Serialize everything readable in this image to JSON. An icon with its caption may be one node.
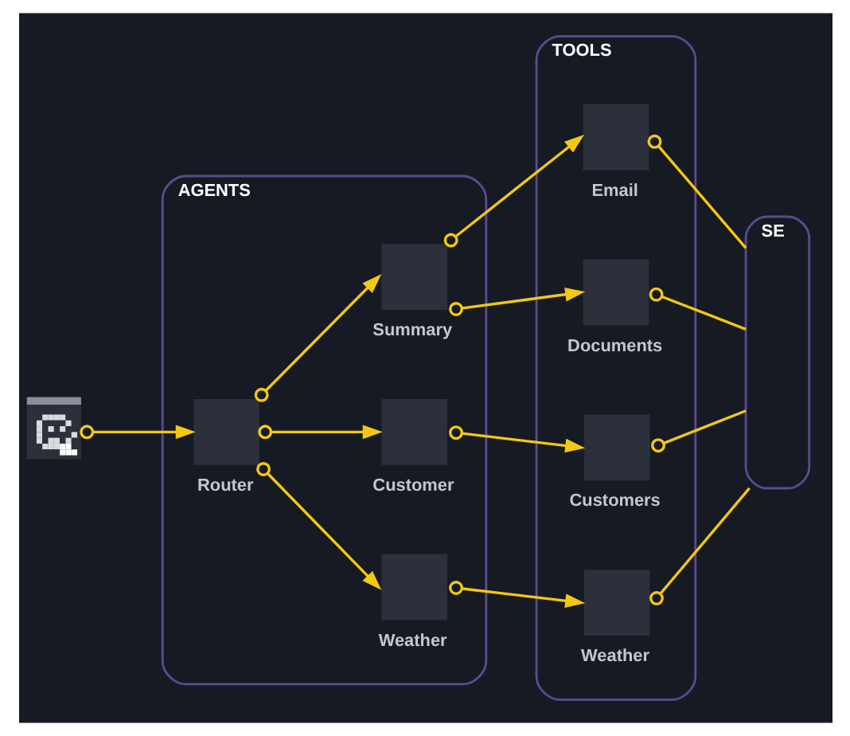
{
  "diagram": {
    "nodes": [
      {
        "text": [],
        "shape": "picture"
      },
      {
        "text": [
          "AGENTS"
        ]
      },
      {
        "text": [
          "Router"
        ],
        "in": 1
      },
      {
        "text": [
          "Summary"
        ],
        "in": 1
      },
      {
        "text": [
          "Customer"
        ],
        "in": 1
      },
      {
        "text": [
          "Weather"
        ],
        "in": 1
      },
      {
        "text": [
          "TOOLS"
        ]
      },
      {
        "text": [
          "Email"
        ],
        "in": 6
      },
      {
        "text": [
          "Documents"
        ],
        "in": 6
      },
      {
        "text": [
          "Customers"
        ],
        "in": 6
      },
      {
        "text": [
          "Weather"
        ],
        "in": 6
      },
      {
        "text": [
          "SE"
        ]
      }
    ],
    "edges": [
      {
        "from": 0,
        "to": 2,
        "arrow": "to"
      },
      {
        "from": 2,
        "to": 3,
        "arrow": "to"
      },
      {
        "from": 2,
        "to": 4,
        "arrow": "to"
      },
      {
        "from": 2,
        "to": 5,
        "arrow": "to"
      },
      {
        "from": 3,
        "to": 7,
        "arrow": "to"
      },
      {
        "from": 3,
        "to": 8,
        "arrow": "to"
      },
      {
        "from": 4,
        "to": 9,
        "arrow": "to"
      },
      {
        "from": 5,
        "to": 10,
        "arrow": "to"
      },
      {
        "from": 7,
        "to": 11,
        "arrow": "other"
      },
      {
        "from": 8,
        "to": 11,
        "arrow": "other"
      },
      {
        "from": 9,
        "to": 11,
        "arrow": "other"
      },
      {
        "from": 10,
        "to": 11,
        "arrow": "other"
      }
    ]
  }
}
